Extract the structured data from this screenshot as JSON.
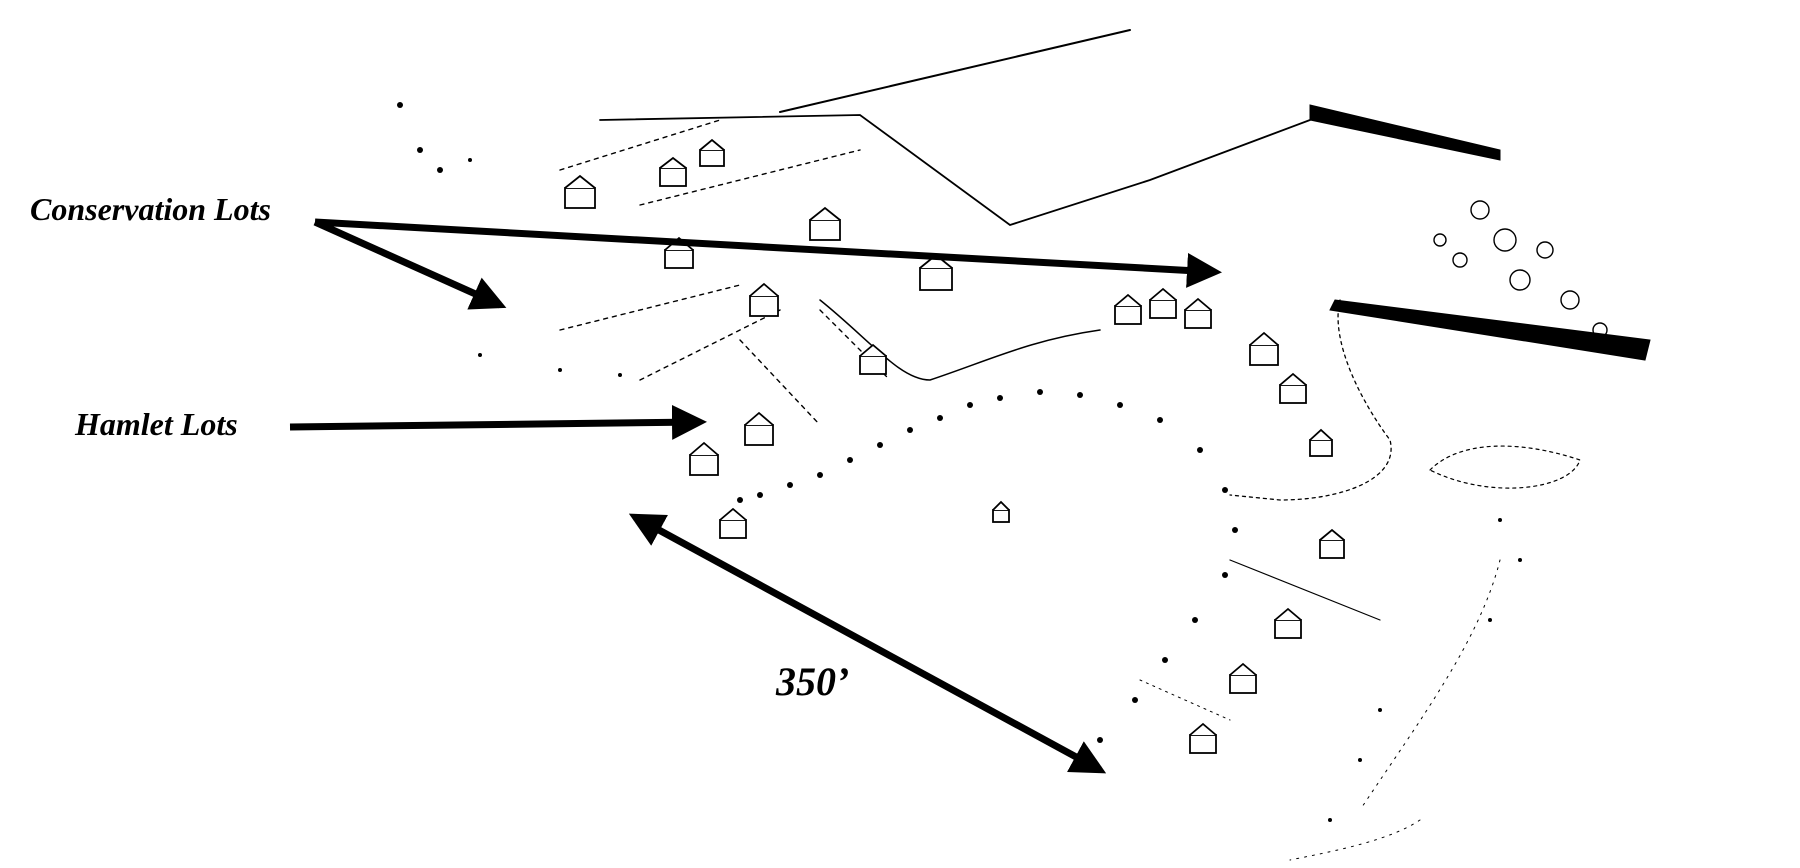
{
  "labels": {
    "conservation_lots": "Conservation Lots",
    "hamlet_lots": "Hamlet Lots",
    "dimension": "350’"
  },
  "colors": {
    "ink": "#000000",
    "paper": "#ffffff"
  }
}
